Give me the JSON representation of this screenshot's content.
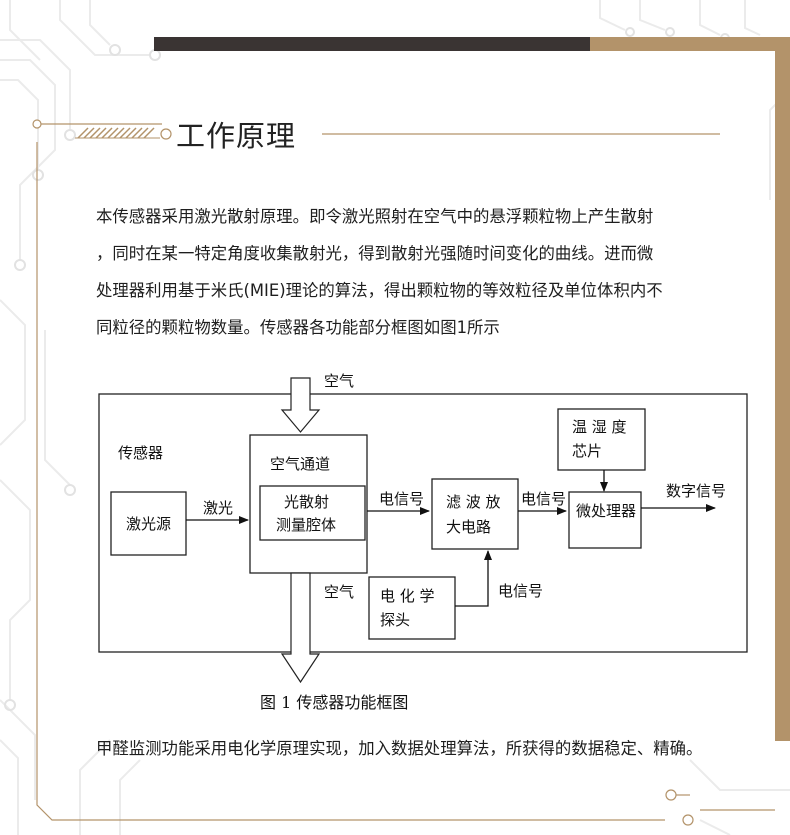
{
  "section": {
    "title": "工作原理"
  },
  "intro_lines": [
    "本传感器采用激光散射原理。即令激光照射在空气中的悬浮颗粒物上产生散射",
    "，同时在某一特定角度收集散射光，得到散射光强随时间变化的曲线。进而微",
    "处理器利用基于米氏(MIE)理论的算法，得出颗粒物的等效粒径及单位体积内不",
    "同粒径的颗粒物数量。传感器各功能部分框图如图1所示"
  ],
  "diagram": {
    "air_in": "空气",
    "sensor_label": "传感器",
    "air_channel": "空气通道",
    "laser_source": "激光源",
    "laser": "激光",
    "scatter_chamber_line1": "光散射",
    "scatter_chamber_line2": "测量腔体",
    "signal_1": "电信号",
    "filter_line1": "滤 波 放",
    "filter_line2": "大电路",
    "signal_2": "电信号",
    "temp_humidity_line1": "温 湿 度",
    "temp_humidity_line2": "芯片",
    "microprocessor": "微处理器",
    "digital_signal": "数字信号",
    "air_out": "空气",
    "chem_probe_line1": "电 化 学",
    "chem_probe_line2": "探头",
    "signal_3": "电信号",
    "caption": "图 1  传感器功能框图"
  },
  "footer_line": "甲醛监测功能采用电化学原理实现，加入数据处理算法，所获得的数据稳定、精确。",
  "colors": {
    "gold": "#b3936a",
    "dark_bar": "#3a3433",
    "circuit_gray": "#e6e6e6"
  }
}
